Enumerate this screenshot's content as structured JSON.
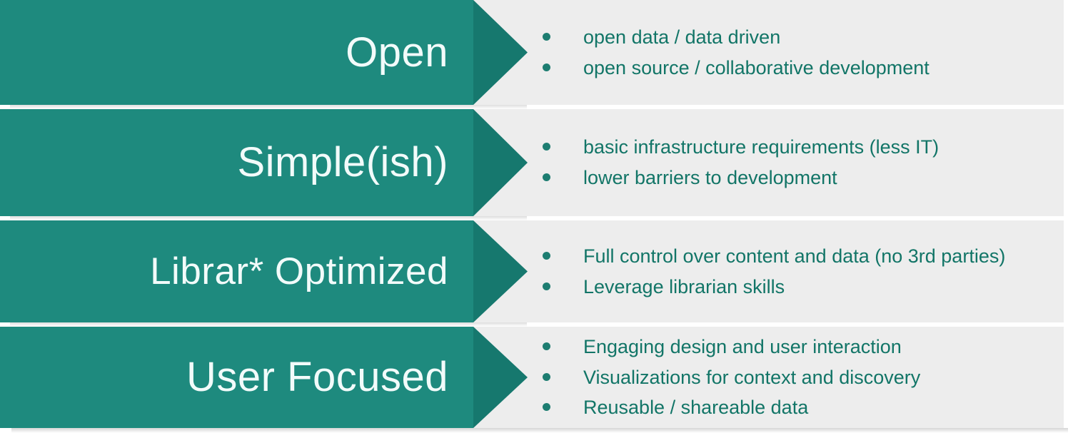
{
  "theme": {
    "chevron_body_color": "#1e8a7e",
    "chevron_head_color": "#16786e",
    "panel_color": "#ededed",
    "label_color": "#f2fbfa",
    "bullet_text_color": "#127567",
    "bullet_dot_color": "#1d7d71",
    "page_background": "#ffffff"
  },
  "rows": [
    {
      "label": "Open",
      "bullets": [
        "open data / data driven",
        "open source / collaborative development"
      ]
    },
    {
      "label": "Simple(ish)",
      "bullets": [
        "basic infrastructure requirements (less IT)",
        "lower barriers to development"
      ]
    },
    {
      "label": "Librar* Optimized",
      "bullets": [
        "Full control over content and data (no 3rd parties)",
        "Leverage librarian skills"
      ]
    },
    {
      "label": "User Focused",
      "bullets": [
        "Engaging design and user interaction",
        "Visualizations for context and discovery",
        "Reusable / shareable data"
      ]
    }
  ]
}
